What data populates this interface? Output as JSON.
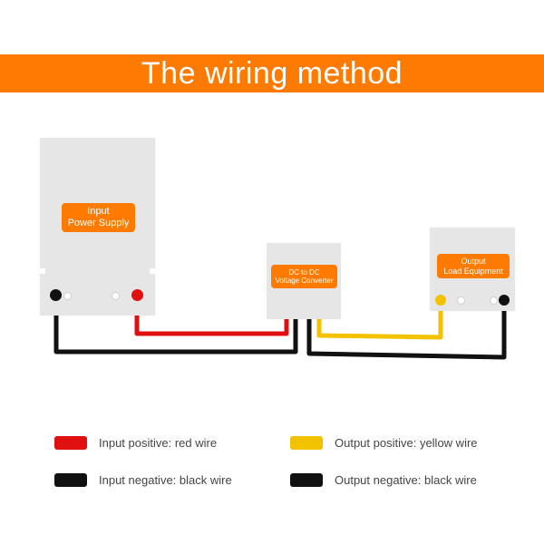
{
  "banner": {
    "title": "The wiring method"
  },
  "colors": {
    "accent": "#ff7a00",
    "red_wire": "#e01010",
    "black_wire": "#111111",
    "yellow_wire": "#f2c200",
    "box": "#e6e6e6"
  },
  "devices": {
    "input": {
      "line1": "Input",
      "line2": "Power Supply"
    },
    "converter": {
      "line1": "DC to DC",
      "line2": "Voltage Converter"
    },
    "output": {
      "line1": "Output",
      "line2": "Load Equipment"
    }
  },
  "legend": {
    "input_positive": "Input positive: red wire",
    "input_negative": "Input negative: black wire",
    "output_positive": "Output positive: yellow wire",
    "output_negative": "Output negative: black wire"
  }
}
